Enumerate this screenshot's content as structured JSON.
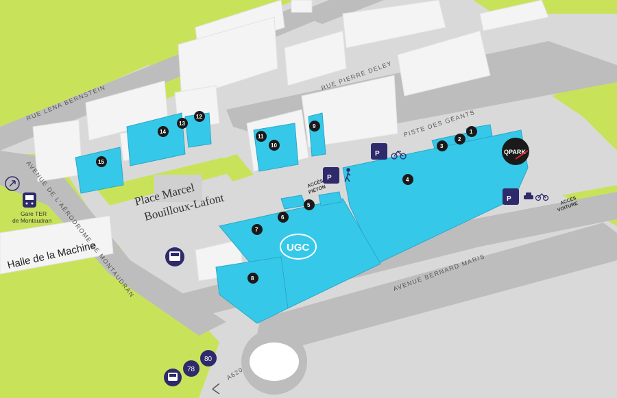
{
  "colors": {
    "background": "#d9d9d9",
    "green": "#c8e35a",
    "road": "#bdbdbd",
    "building_blue": "#36c8e8",
    "building_white": "#f4f4f4",
    "marker_navy": "#2e2a6b",
    "marker_black": "#1a1a1a",
    "qpark_red": "#d2232a"
  },
  "streets": {
    "rue_lena_bernstein": "RUE LENA BERNSTEIN",
    "rue_pierre_deley": "RUE PIERRE DELEY",
    "piste_des_geants": "PISTE DES GÉANTS",
    "avenue_aerodrome": "AVENUE DE L'AÉRODROME DE MONTAUDRAN",
    "avenue_bernard_maris": "AVENUE BERNARD MARIS",
    "a620": "A620"
  },
  "place": {
    "line1": "Place Marcel",
    "line2": "Bouilloux-Lafont"
  },
  "halle": "Halle de la Machine",
  "station": {
    "line1": "Gare TER",
    "line2": "de Montaudran",
    "icon": "train-icon"
  },
  "cinema": {
    "logo": "UGC"
  },
  "parking_operator": {
    "logo": "QPARK"
  },
  "access": {
    "pedestrian_line1": "ACCÈS",
    "pedestrian_line2": "PIÉTON",
    "car_line1": "ACCÈS",
    "car_line2": "VOITURE"
  },
  "parking_labels": {
    "bike": "P",
    "pedestrian": "P",
    "car": "P"
  },
  "bus_lines": [
    "78",
    "80"
  ],
  "markers": [
    "1",
    "2",
    "3",
    "4",
    "5",
    "6",
    "7",
    "8",
    "9",
    "10",
    "11",
    "12",
    "13",
    "14",
    "15"
  ]
}
